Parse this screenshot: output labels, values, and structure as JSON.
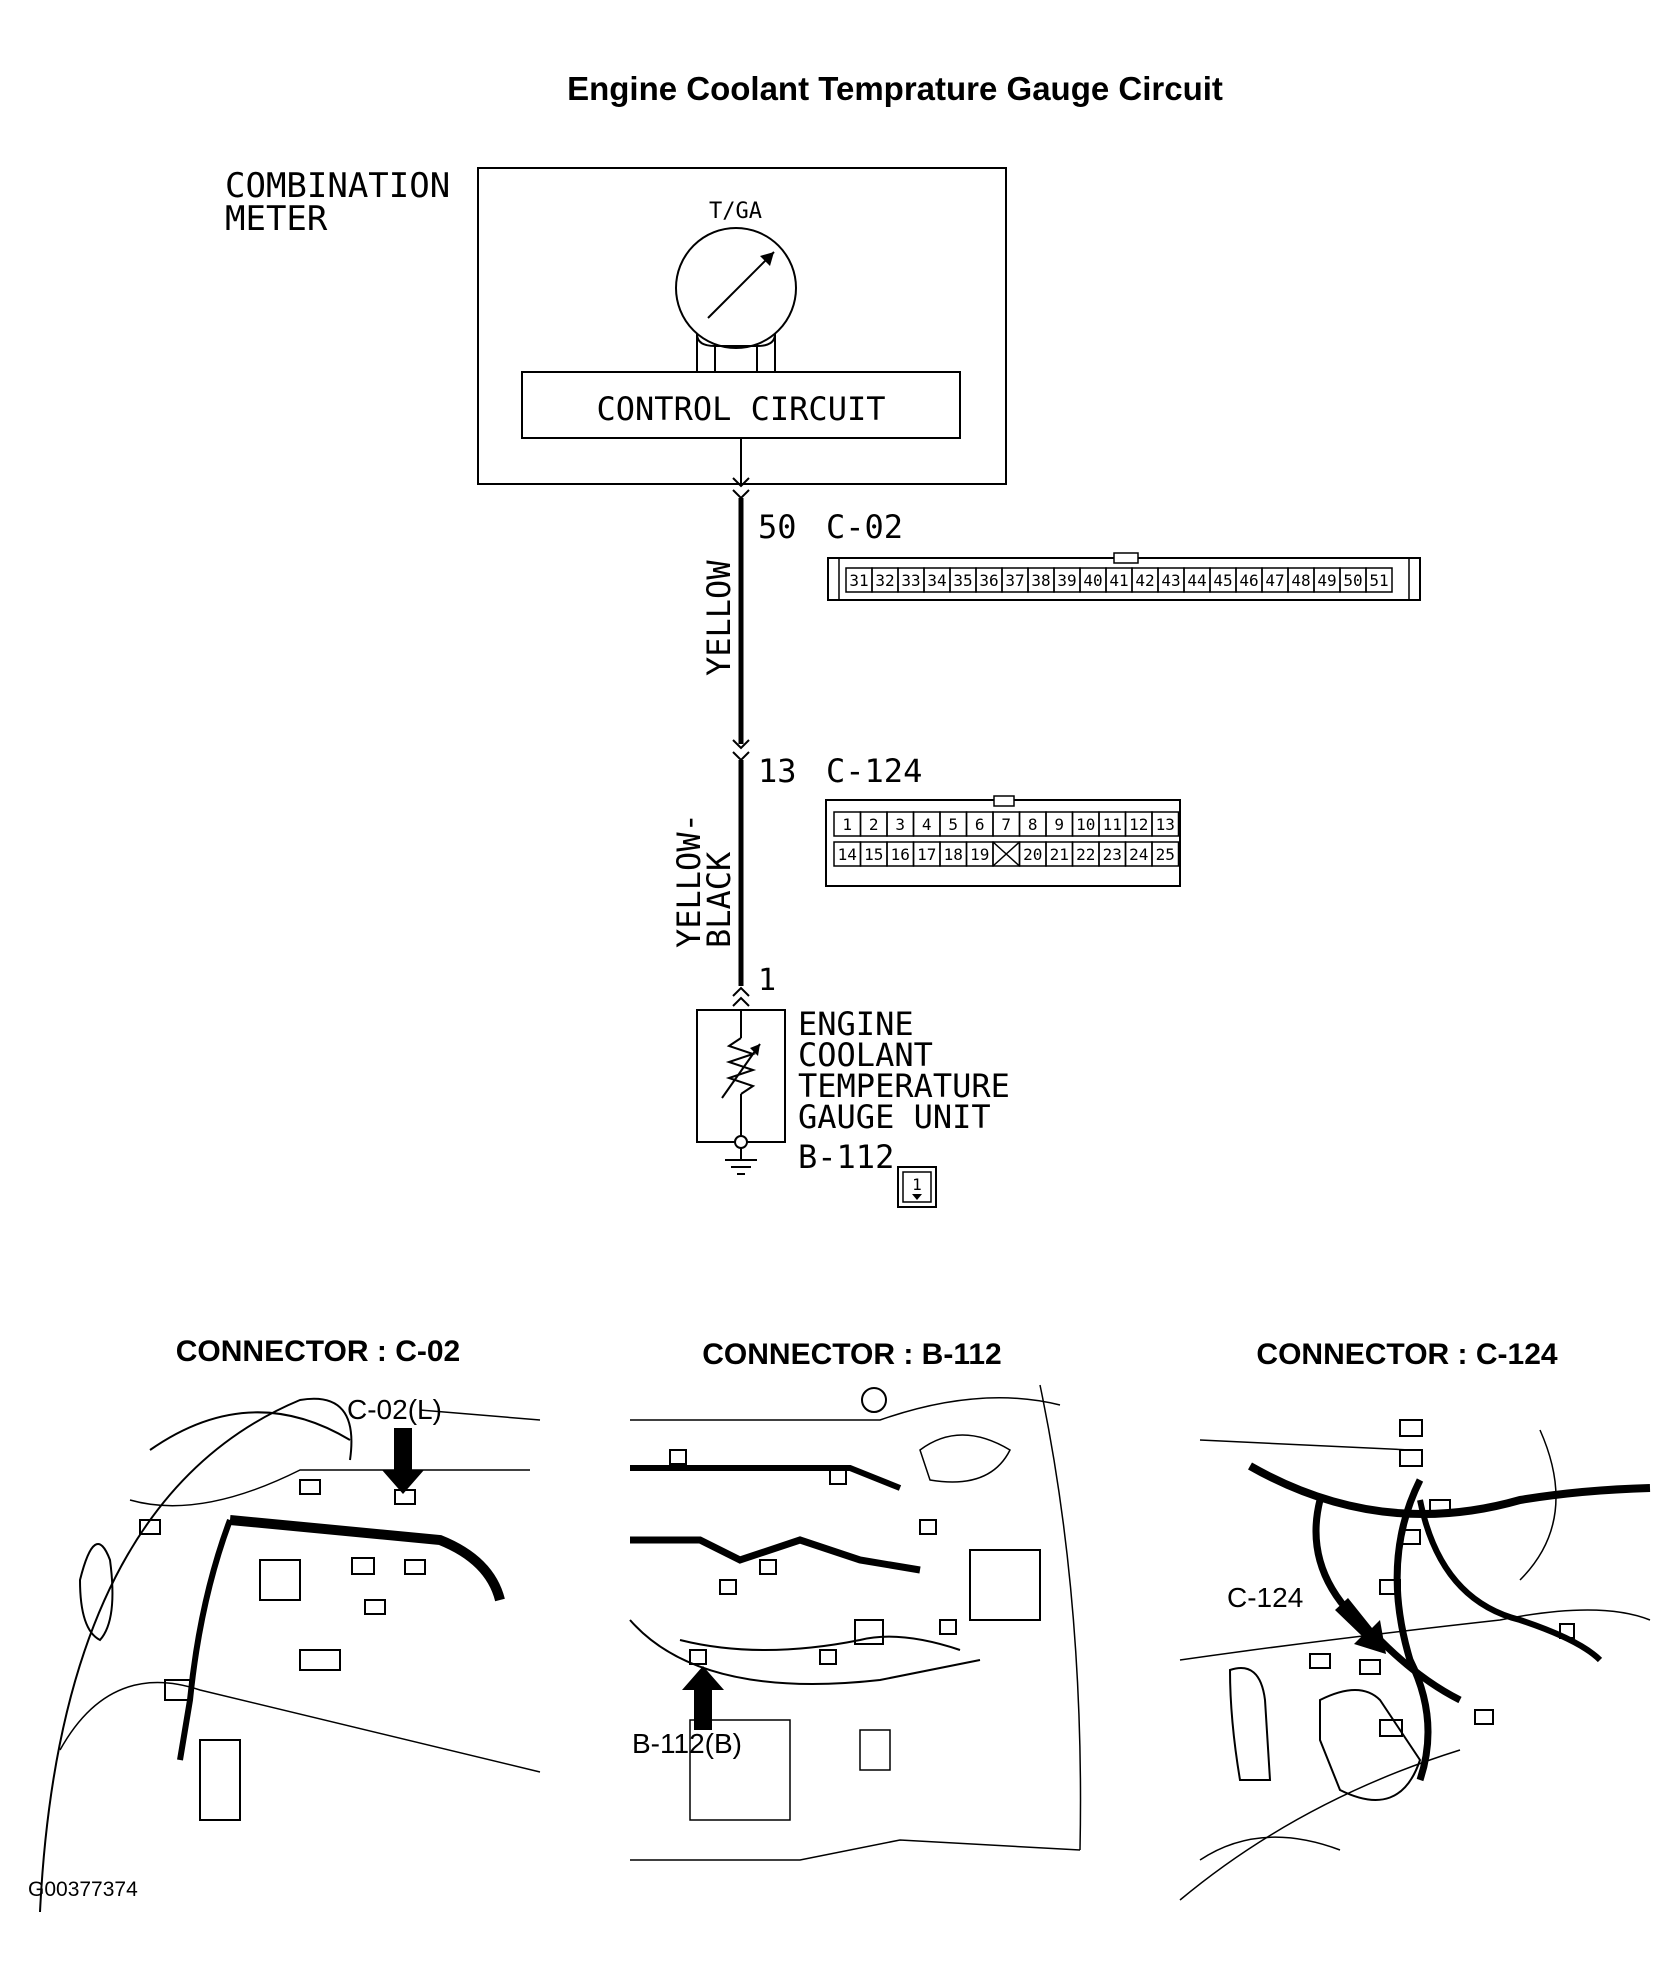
{
  "title": "Engine Coolant Temprature Gauge Circuit",
  "combination_meter": {
    "label_line1": "COMBINATION",
    "label_line2": "METER",
    "gauge_label": "T/GA",
    "control_circuit": "CONTROL CIRCUIT"
  },
  "wire_upper": {
    "color": "YELLOW",
    "pin": "50",
    "connector": "C-02",
    "pins": [
      "31",
      "32",
      "33",
      "34",
      "35",
      "36",
      "37",
      "38",
      "39",
      "40",
      "41",
      "42",
      "43",
      "44",
      "45",
      "46",
      "47",
      "48",
      "49",
      "50",
      "51"
    ]
  },
  "wire_lower": {
    "color_line1": "YELLOW-",
    "color_line2": "BLACK",
    "pin": "13",
    "connector": "C-124",
    "pins_row1": [
      "1",
      "2",
      "3",
      "4",
      "5",
      "6",
      "7",
      "8",
      "9",
      "10",
      "11",
      "12",
      "13"
    ],
    "pins_row2": [
      "14",
      "15",
      "16",
      "17",
      "18",
      "19",
      "",
      "20",
      "21",
      "22",
      "23",
      "24",
      "25"
    ]
  },
  "sensor": {
    "pin": "1",
    "line1": "ENGINE",
    "line2": "COOLANT",
    "line3": "TEMPERATURE",
    "line4": "GAUGE UNIT",
    "connector": "B-112",
    "connector_box_pin": "1"
  },
  "locators": [
    {
      "heading": "CONNECTOR : C-02",
      "callout": "C-02(L)"
    },
    {
      "heading": "CONNECTOR : B-112",
      "callout": "B-112(B)"
    },
    {
      "heading": "CONNECTOR : C-124",
      "callout": "C-124"
    }
  ],
  "figure_code": "G00377374"
}
